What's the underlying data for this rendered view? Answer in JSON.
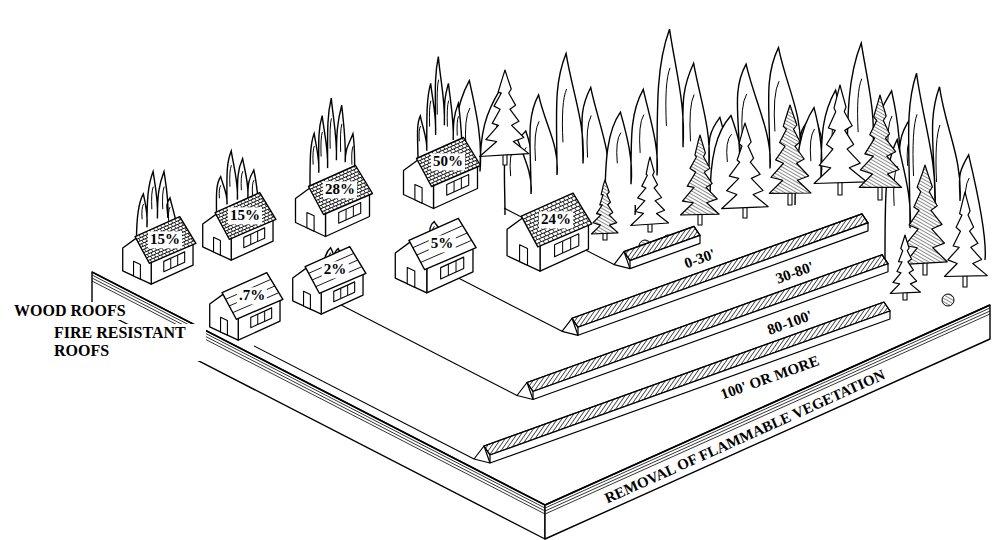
{
  "diagram": {
    "labels": [
      "WOOD ROOFS",
      "FIRE RESISTANT ROOFS",
      "15%",
      "15%",
      "28%",
      "50%",
      "24%",
      ".7%",
      "2%",
      "5%",
      "0-30'",
      "30-80'",
      "80-100'",
      "100' OR MORE",
      "REMOVAL OF FLAMMABLE VEGETATION"
    ]
  }
}
